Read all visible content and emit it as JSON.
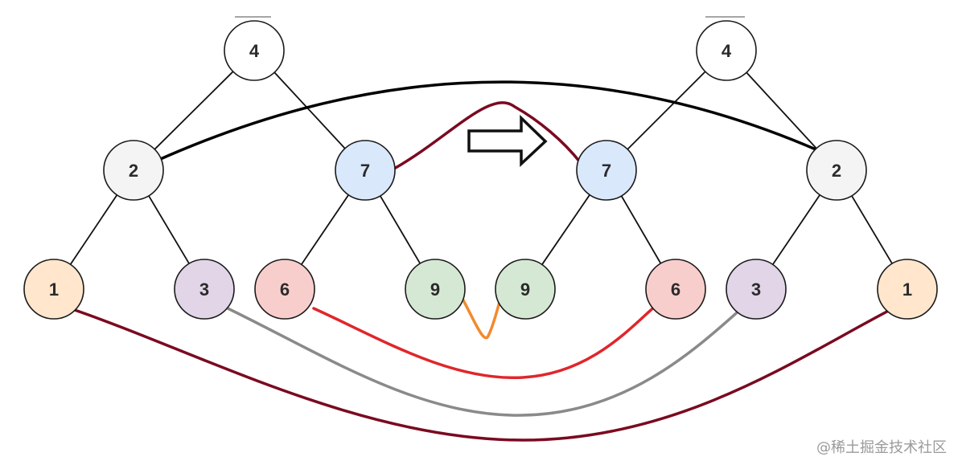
{
  "left_tree": {
    "root": {
      "label": "4",
      "color": "#ffffff"
    },
    "level1": [
      {
        "label": "2",
        "color": "#f4f4f4"
      },
      {
        "label": "7",
        "color": "#dae8fc"
      }
    ],
    "leaves": [
      {
        "label": "1",
        "color": "#ffe6cc"
      },
      {
        "label": "3",
        "color": "#e1d5e7"
      },
      {
        "label": "6",
        "color": "#f8cecc"
      },
      {
        "label": "9",
        "color": "#d5e8d4"
      }
    ]
  },
  "right_tree": {
    "root": {
      "label": "4",
      "color": "#ffffff"
    },
    "level1": [
      {
        "label": "7",
        "color": "#dae8fc"
      },
      {
        "label": "2",
        "color": "#f4f4f4"
      }
    ],
    "leaves": [
      {
        "label": "9",
        "color": "#d5e8d4"
      },
      {
        "label": "6",
        "color": "#f8cecc"
      },
      {
        "label": "3",
        "color": "#e1d5e7"
      },
      {
        "label": "1",
        "color": "#ffe6cc"
      }
    ]
  },
  "connectors": {
    "node_2_color": "#000000",
    "node_7_color": "#7a0a20",
    "node_9_color": "#f28a2e",
    "node_6_color": "#e0262b",
    "node_3_color": "#8a8a8a",
    "node_1_color": "#7a0a20"
  },
  "arrow_icon": "right-arrow-icon",
  "watermark": "@稀土掘金技术社区"
}
